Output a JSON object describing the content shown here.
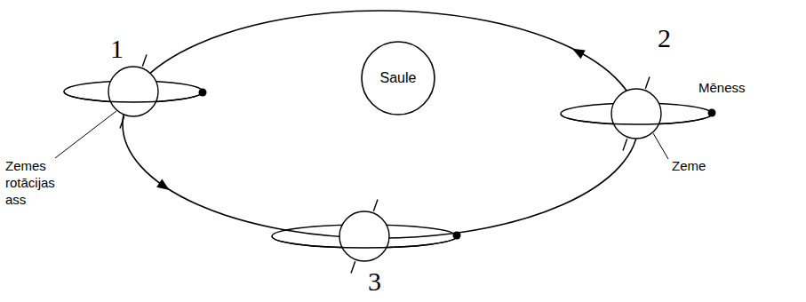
{
  "diagram": {
    "nodes": [
      {
        "text": [
          "Saule"
        ]
      }
    ],
    "labels": [
      "1",
      "2",
      "3",
      "Mēness",
      "Zeme",
      "Zemes rotācijas ass"
    ]
  }
}
